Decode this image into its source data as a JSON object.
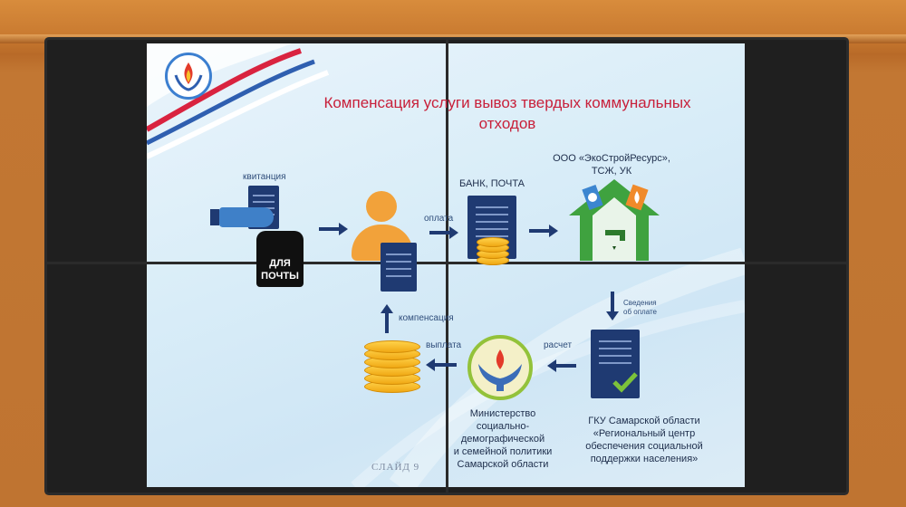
{
  "slide": {
    "title": "Компенсация услуги вывоз твердых коммунальных отходов",
    "slide_number": "СЛАЙД 9"
  },
  "labels": {
    "receipt": "квитанция",
    "mailbox": "для почты",
    "mailbox_line1": "ДЛЯ",
    "mailbox_line2": "ПОЧТЫ",
    "payment": "оплата",
    "bank": "БАНК, ПОЧТА",
    "provider": "ООО «ЭкоСтройРесурс», ТСЖ, УК",
    "provider_line1": "ООО «ЭкоСтройРесурс»,",
    "provider_line2": "ТСЖ, УК",
    "payment_info": "Сведения об оплате",
    "payment_info_line1": "Сведения",
    "payment_info_line2": "об оплате",
    "calculation": "расчет",
    "payout": "выплата",
    "compensation": "компенсация",
    "gku_line1": "ГКУ Самарской области",
    "gku_line2": "«Региональный центр",
    "gku_line3": "обеспечения социальной",
    "gku_line4": "поддержки населения»",
    "ministry_line1": "Министерство",
    "ministry_line2": "социально-",
    "ministry_line3": "демографической",
    "ministry_line4": "и семейной политики",
    "ministry_line5": "Самарской области"
  },
  "colors": {
    "title": "#c8203a",
    "navy": "#1f3a72",
    "orange": "#f2a23a",
    "green": "#3fa23f",
    "coin": "#f5b81c"
  },
  "icons": {
    "logo": "emblem-icon",
    "hand": "hand-with-document-icon",
    "person": "person-icon",
    "house": "house-utilities-icon",
    "check": "checkmark-icon",
    "ministry": "hands-flame-icon"
  }
}
